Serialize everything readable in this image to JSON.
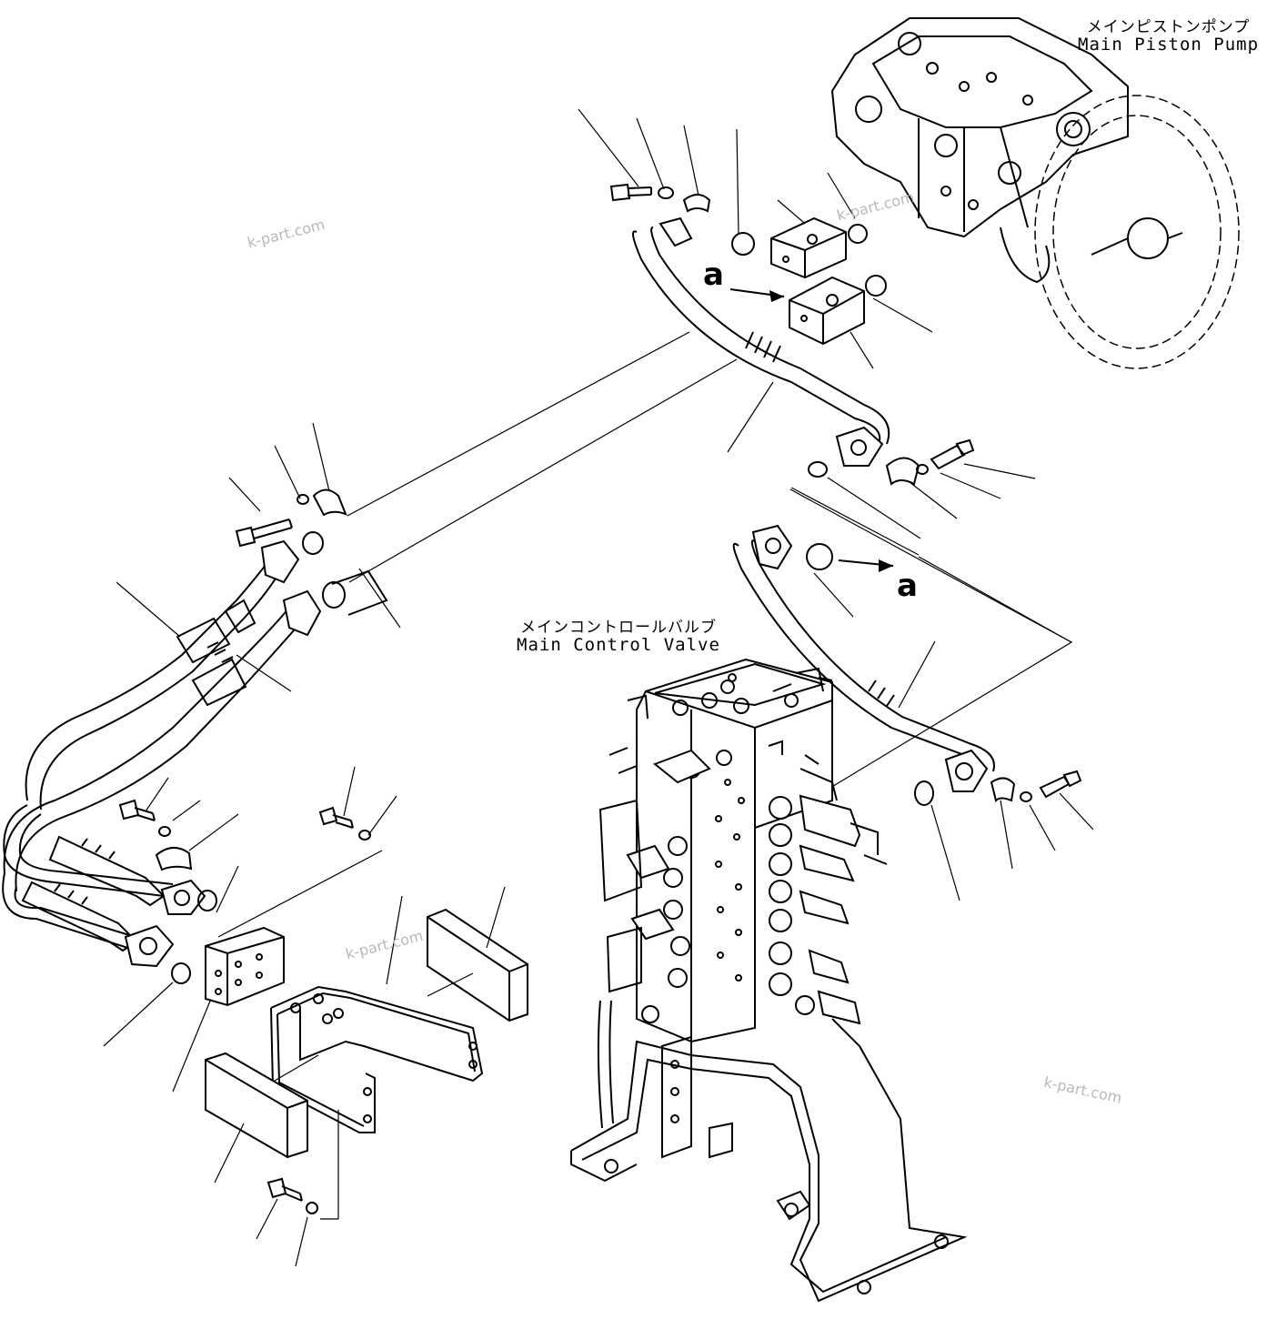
{
  "labels": {
    "pump_jp": "メインピストンポンプ",
    "pump_en": "Main Piston Pump",
    "valve_jp": "メインコントロールバルブ",
    "valve_en": "Main Control Valve"
  },
  "reference_letters": {
    "top": "a",
    "right": "a"
  },
  "watermark": "k-part.com",
  "watermark_positions": [
    1,
    2,
    3,
    4
  ]
}
